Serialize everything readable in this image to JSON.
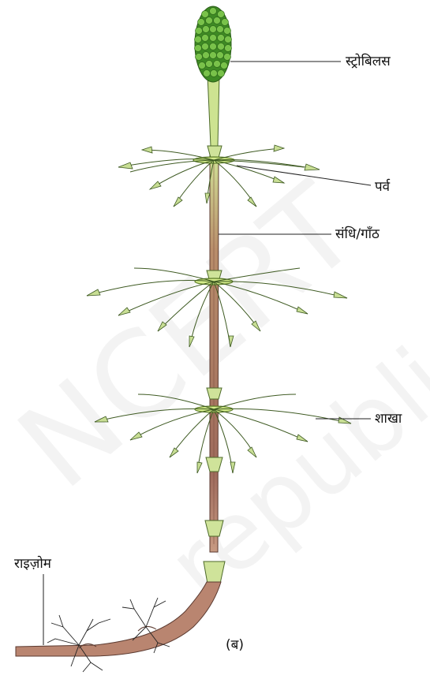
{
  "labels": {
    "strobilus": "स्ट्रोबिलस",
    "parva": "पर्व",
    "sandhi": "संधि/गाँठ",
    "shakha": "शाखा",
    "rhizome": "राइज़ोम",
    "caption": "(ब)"
  },
  "watermark": {
    "line1": "NCERT",
    "line2": "republished"
  },
  "colors": {
    "strobilus": "#4a9c2a",
    "stem_upper": "#c9dd8a",
    "stem_lower": "#a86e5e",
    "branch": "#c8de94",
    "rhizome": "#b98570"
  }
}
